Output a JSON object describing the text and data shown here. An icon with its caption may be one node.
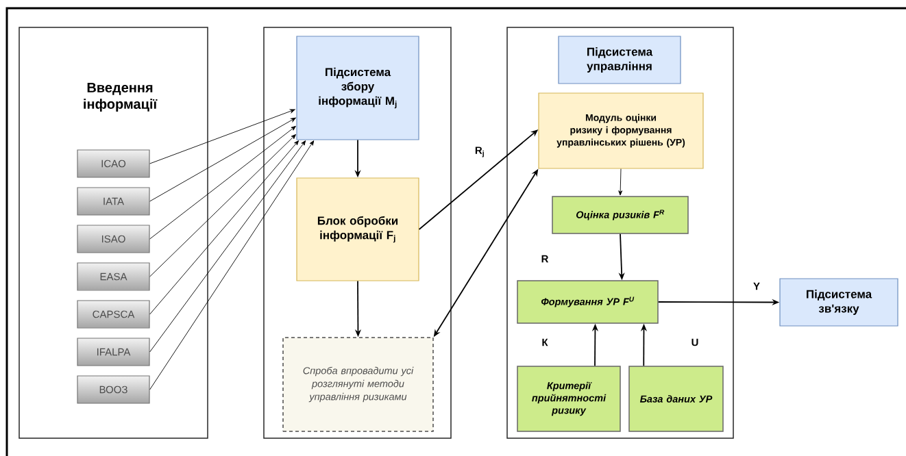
{
  "diagram": {
    "nodes": [
      {
        "text": [
          "Введення інформації"
        ]
      },
      {
        "text": [
          "ICAO"
        ],
        "in": 0
      },
      {
        "text": [
          "IATA"
        ],
        "in": 0
      },
      {
        "text": [
          "ISAO"
        ],
        "in": 0
      },
      {
        "text": [
          "EASA"
        ],
        "in": 0
      },
      {
        "text": [
          "CAPSCA"
        ],
        "in": 0
      },
      {
        "text": [
          "IFALPA"
        ],
        "in": 0
      },
      {
        "text": [
          "ВООЗ"
        ],
        "in": 0
      },
      {
        "text": [],
        "shape": "box"
      },
      {
        "text": [
          "Підсистема збору інформації M$_{j}$"
        ],
        "in": 8
      },
      {
        "text": [
          "Блок обробки інформації F$_{j}$"
        ],
        "in": 8
      },
      {
        "text": [
          "Спроба впровадити усі розглянуті методи управління ризиками"
        ],
        "in": 8
      },
      {
        "text": [],
        "shape": "box"
      },
      {
        "text": [
          "Підсистема управління"
        ],
        "in": 12
      },
      {
        "text": [
          "Модуль оцінки ризику і формування управлінських рішень (УР)"
        ],
        "in": 12
      },
      {
        "text": [
          "Оцінка ризиків F$^{R}$"
        ],
        "in": 12
      },
      {
        "text": [
          "Формування УР F$^{U}$"
        ],
        "in": 12
      },
      {
        "text": [
          "Критерії прийнятності ризику"
        ],
        "in": 12
      },
      {
        "text": [
          "База даних УР"
        ],
        "in": 12
      },
      {
        "text": [
          "Підсистема зв'язку"
        ]
      }
    ],
    "edges": [
      {
        "from": 1,
        "to": 9,
        "arrow": "to"
      },
      {
        "from": 2,
        "to": 9,
        "arrow": "to"
      },
      {
        "from": 3,
        "to": 9,
        "arrow": "to"
      },
      {
        "from": 4,
        "to": 9,
        "arrow": "to"
      },
      {
        "from": 5,
        "to": 9,
        "arrow": "to"
      },
      {
        "from": 6,
        "to": 9,
        "arrow": "to"
      },
      {
        "from": 7,
        "to": 9,
        "arrow": "to"
      },
      {
        "from": 9,
        "to": 10,
        "arrow": "to"
      },
      {
        "from": 10,
        "to": 11,
        "arrow": "to"
      },
      {
        "from": 10,
        "to": 14,
        "arrow": "to",
        "label": "R$_{j}$"
      },
      {
        "from": 11,
        "to": 14,
        "arrow": "both"
      },
      {
        "from": 14,
        "to": 15,
        "arrow": "to"
      },
      {
        "from": 15,
        "to": 16,
        "arrow": "to"
      },
      {
        "from": 17,
        "to": 16,
        "arrow": "to"
      },
      {
        "from": 18,
        "to": 16,
        "arrow": "to"
      },
      {
        "from": 16,
        "to": 19,
        "arrow": "to",
        "label": "Y"
      }
    ],
    "labels": [
      "R",
      "К",
      "U"
    ]
  }
}
